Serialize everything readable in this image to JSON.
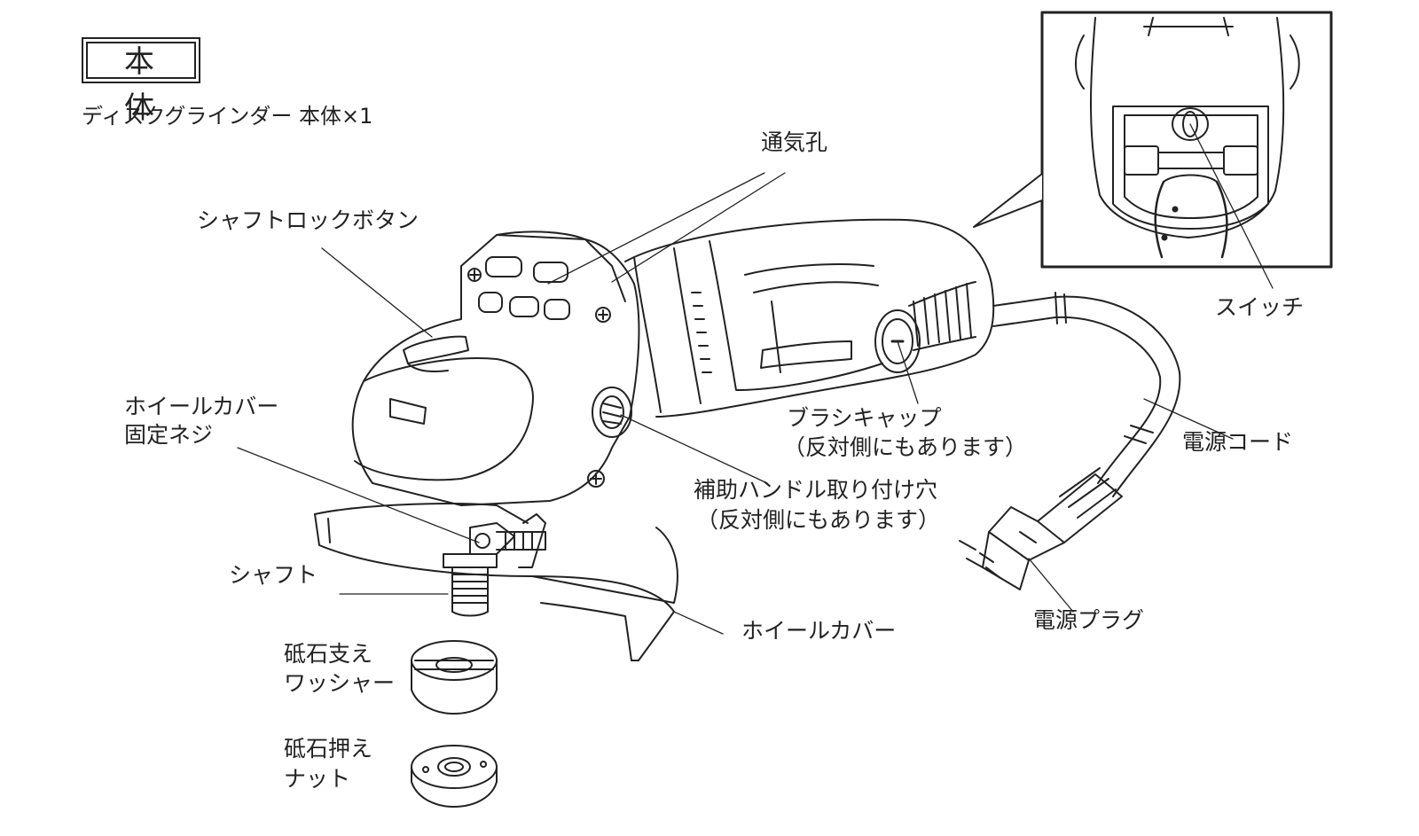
{
  "header": {
    "title": "本　体",
    "subtitle": "ディスクグラインダー 本体×1"
  },
  "labels": {
    "vent": "通気孔",
    "shaft_lock_button": "シャフトロックボタン",
    "switch": "スイッチ",
    "wheel_cover_screw_line1": "ホイールカバー",
    "wheel_cover_screw_line2": "固定ネジ",
    "brush_cap_line1": "ブラシキャップ",
    "brush_cap_line2": "（反対側にもあります）",
    "power_cord": "電源コード",
    "aux_handle_hole_line1": "補助ハンドル取り付け穴",
    "aux_handle_hole_line2": "（反対側にもあります）",
    "shaft": "シャフト",
    "wheel_cover": "ホイールカバー",
    "power_plug": "電源プラグ",
    "backing_washer_line1": "砥石支え",
    "backing_washer_line2": "ワッシャー",
    "lock_nut_line1": "砥石押え",
    "lock_nut_line2": "ナット"
  }
}
